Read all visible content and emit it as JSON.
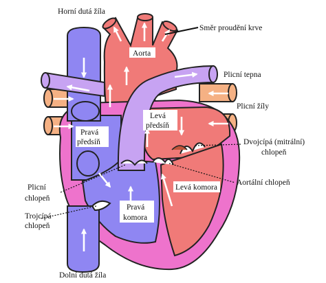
{
  "labels": {
    "svc": "Horní dutá žíla",
    "flow": "Směr proudění krve",
    "aorta": "Aorta",
    "pulm_artery": "Plicní tepna",
    "pulm_veins": "Plicní žíly",
    "right_atrium_1": "Pravá",
    "right_atrium_2": "předsíň",
    "left_atrium_1": "Levá",
    "left_atrium_2": "předsíň",
    "mitral_1": "Dvojcípá (mitrální)",
    "mitral_2": "chlopeň",
    "left_ventricle": "Levá komora",
    "aortic_valve": "Aortální chlopeň",
    "pulm_valve_1": "Plicní",
    "pulm_valve_2": "chlopeň",
    "tricuspid_1": "Trojcípá",
    "tricuspid_2": "chlopeň",
    "right_ventricle_1": "Pravá",
    "right_ventricle_2": "komora",
    "ivc": "Dolní dutá žíla"
  },
  "colors": {
    "deoxygenated": "#8f86f2",
    "oxygenated": "#f07a78",
    "pulmonary_artery": "#c7a3f2",
    "pulmonary_veins": "#f5b184",
    "heart_wall": "#ee73cc",
    "outline": "#222222"
  }
}
